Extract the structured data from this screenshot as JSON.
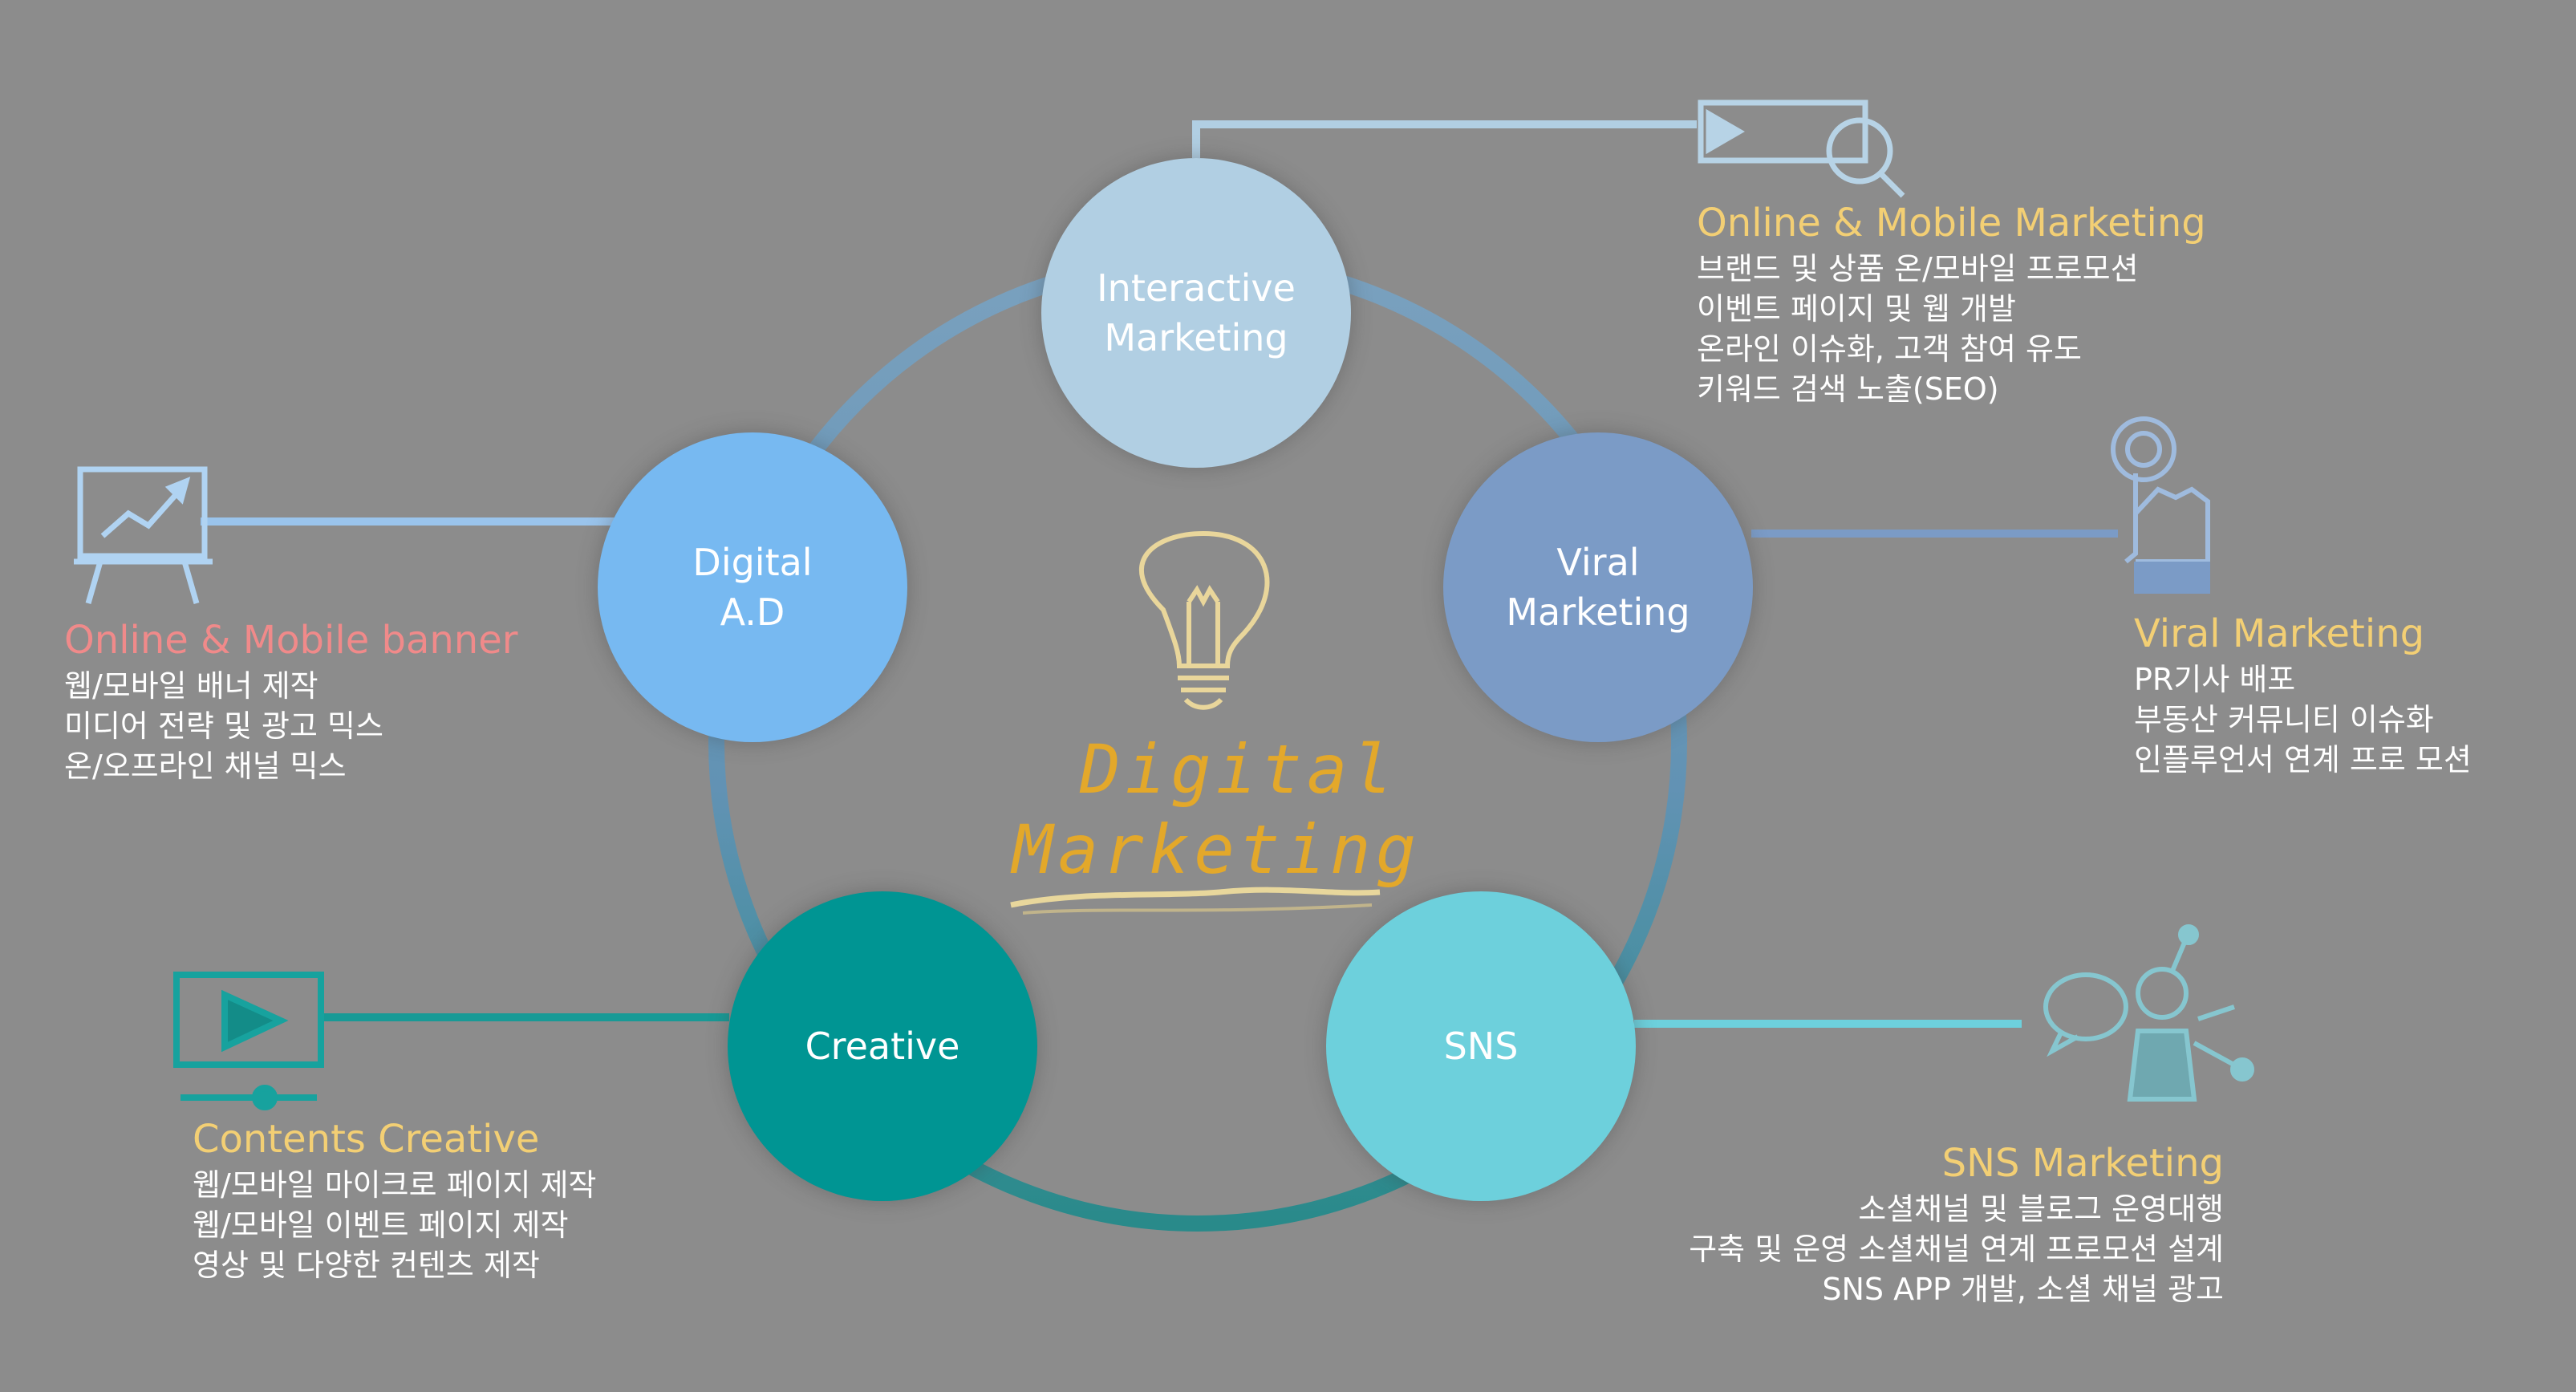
{
  "diagram": {
    "center": {
      "line1": "Digital",
      "line2": "Marketing"
    },
    "nodes": [
      {
        "id": "interactive",
        "label": "Interactive\nMarketing",
        "color": "#b1cfe3"
      },
      {
        "id": "viral",
        "label": "Viral\nMarketing",
        "color": "#7b9bc6"
      },
      {
        "id": "sns",
        "label": "SNS",
        "color": "#6dd0dc"
      },
      {
        "id": "creative",
        "label": "Creative",
        "color": "#009593"
      },
      {
        "id": "digitalad",
        "label": "Digital\nA.D",
        "color": "#77b9f1"
      }
    ],
    "blocks": {
      "online_mobile": {
        "title": "Online & Mobile Marketing",
        "lines": [
          "브랜드 및 상품 온/모바일 프로모션",
          "이벤트 페이지 및 웹 개발",
          "온라인 이슈화, 고객 참여 유도",
          "키워드 검색 노출(SEO)"
        ]
      },
      "viral": {
        "title": "Viral Marketing",
        "lines": [
          "PR기사 배포",
          "부동산 커뮤니티 이슈화",
          "인플루언서 연계 프로 모션"
        ]
      },
      "sns": {
        "title": "SNS Marketing",
        "lines": [
          "소셜채널 및 블로그 운영대행",
          "구축 및 운영 소셜채널 연계 프로모션 설계",
          "SNS APP 개발, 소셜 채널 광고"
        ]
      },
      "contents": {
        "title": "Contents Creative",
        "lines": [
          "웹/모바일 마이크로 페이지 제작",
          "웹/모바일 이벤트 페이지 제작",
          "영상 및 다양한 컨텐츠 제작"
        ]
      },
      "banner": {
        "title": "Online & Mobile banner",
        "lines": [
          "웹/모바일 배너 제작",
          "미디어 전략 및 광고 믹스",
          "온/오프라인 채널 믹스"
        ]
      }
    },
    "icons": [
      "video-search-icon",
      "touch-hand-icon",
      "chat-figure-icon",
      "video-player-icon",
      "presentation-board-icon",
      "light-bulb-icon"
    ],
    "colors": {
      "background": "#8c8c8c",
      "title_yellow": "#f3cf74",
      "title_pink": "#f08a8a",
      "center_text": "#e3a82a"
    }
  }
}
